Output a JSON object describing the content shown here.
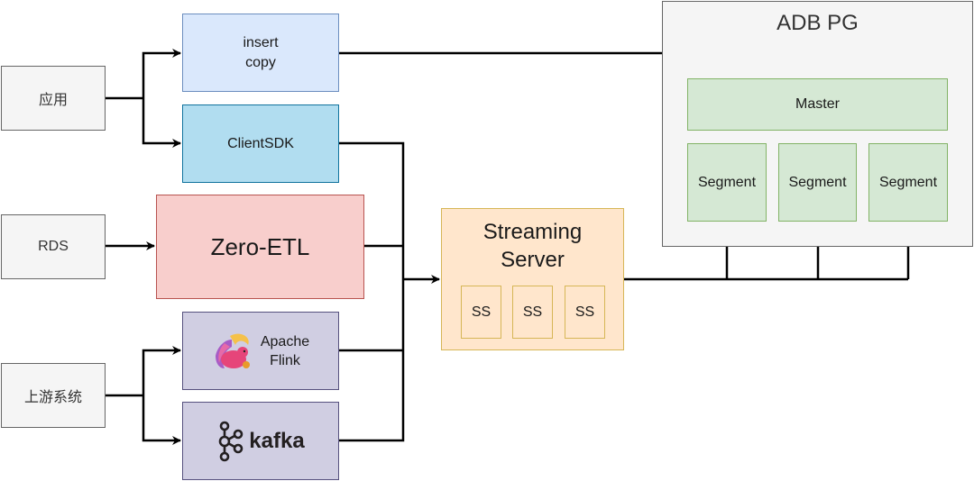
{
  "sources": {
    "app": "应用",
    "rds": "RDS",
    "upstream": "上游系统"
  },
  "ingest": {
    "insert_copy": [
      "insert",
      "copy"
    ],
    "client_sdk": "ClientSDK",
    "zero_etl": "Zero-ETL",
    "flink": [
      "Apache",
      "Flink"
    ],
    "kafka": "kafka"
  },
  "streaming_server": {
    "title": [
      "Streaming",
      "Server"
    ],
    "nodes": [
      "SS",
      "SS",
      "SS"
    ]
  },
  "adb": {
    "title": "ADB PG",
    "master": "Master",
    "segments": [
      "Segment",
      "Segment",
      "Segment"
    ]
  },
  "colors": {
    "source_fill": "#f5f5f5",
    "insert_fill": "#dae8fc",
    "sdk_fill": "#b1ddf0",
    "etl_fill": "#f8cecc",
    "upstream_tool_fill": "#d0cee2",
    "streaming_fill": "#ffe6cc",
    "db_node_fill": "#d5e8d4"
  }
}
